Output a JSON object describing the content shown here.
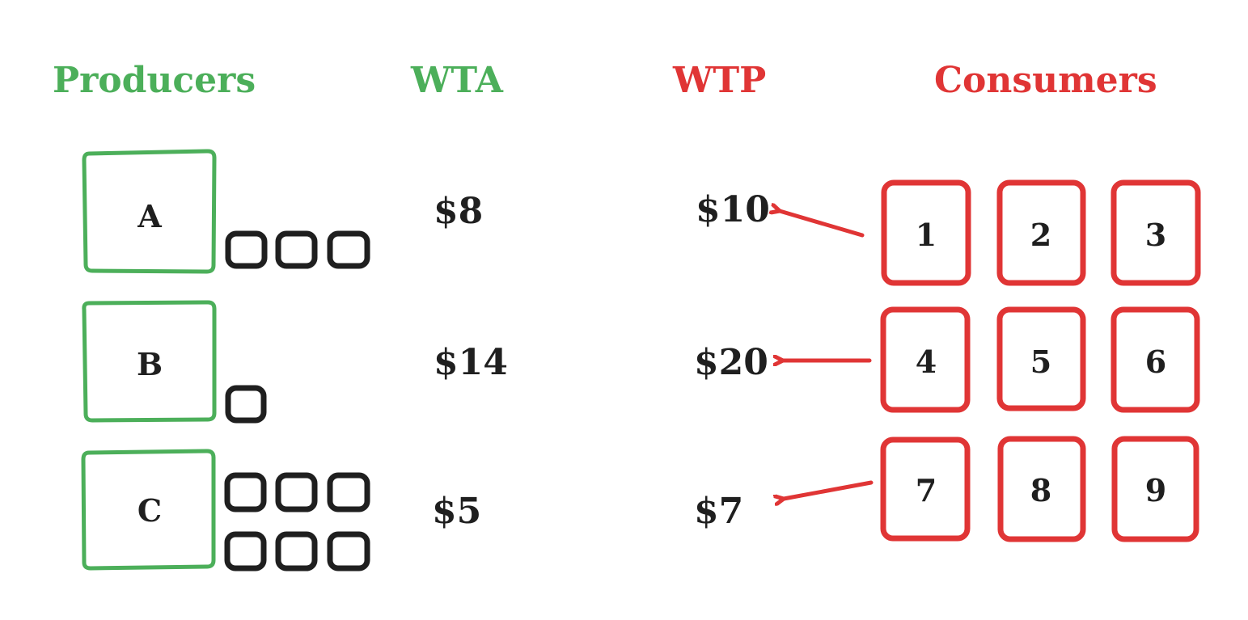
{
  "colors": {
    "producer": "#4caf5a",
    "consumer": "#e03535",
    "ink": "#1f1f1f"
  },
  "headers": {
    "producers": "Producers",
    "wta": "WTA",
    "wtp": "WTP",
    "consumers": "Consumers"
  },
  "producers": [
    {
      "label": "A",
      "wta": "$8",
      "units": 3
    },
    {
      "label": "B",
      "wta": "$14",
      "units": 1
    },
    {
      "label": "C",
      "wta": "$5",
      "units": 6
    }
  ],
  "wtp": [
    "$10",
    "$20",
    "$7"
  ],
  "consumers": [
    [
      "1",
      "2",
      "3"
    ],
    [
      "4",
      "5",
      "6"
    ],
    [
      "7",
      "8",
      "9"
    ]
  ]
}
